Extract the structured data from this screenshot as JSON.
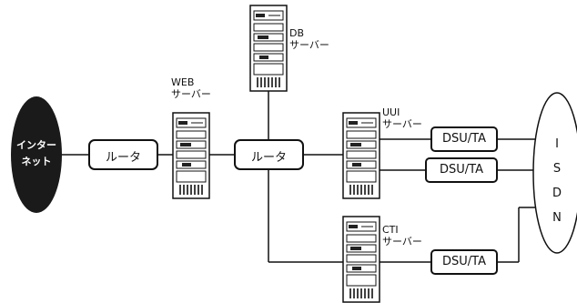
{
  "internet": {
    "line1": "インター",
    "line2": "ネット"
  },
  "router1": {
    "label": "ルータ"
  },
  "router2": {
    "label": "ルータ"
  },
  "web_server": {
    "name": "WEB",
    "kind": "サーバー"
  },
  "db_server": {
    "name": "DB",
    "kind": "サーバー"
  },
  "uui_server": {
    "name": "UUI",
    "kind": "サーバー"
  },
  "cti_server": {
    "name": "CTI",
    "kind": "サーバー"
  },
  "dsu_ta": [
    "DSU/TA",
    "DSU/TA",
    "DSU/TA"
  ],
  "isdn": {
    "letters": [
      "I",
      "S",
      "D",
      "N"
    ]
  }
}
